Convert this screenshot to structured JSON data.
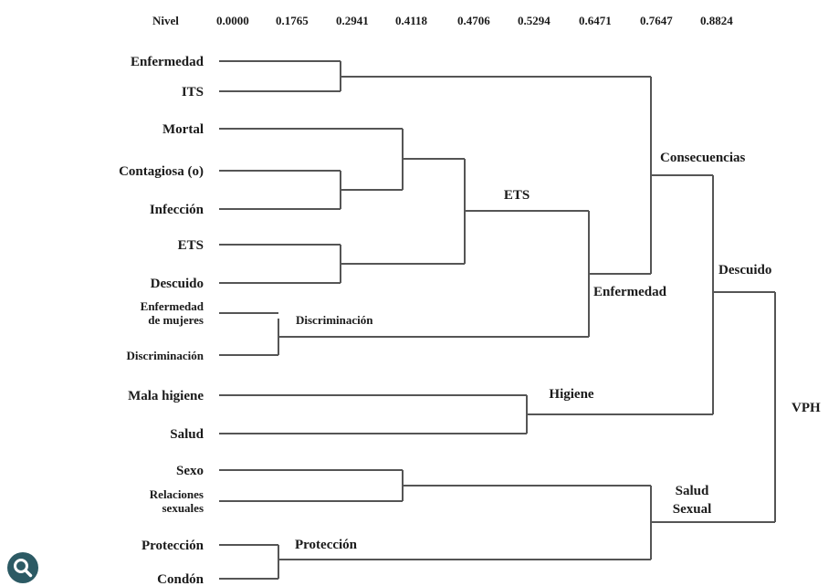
{
  "scale": {
    "label": "Nivel",
    "ticks": [
      "0.0000",
      "0.1765",
      "0.2941",
      "0.4118",
      "0.4706",
      "0.5294",
      "0.6471",
      "0.7647",
      "0.8824"
    ]
  },
  "leaves": [
    {
      "id": "enfermedad",
      "lines": [
        "Enfermedad"
      ]
    },
    {
      "id": "its",
      "lines": [
        "ITS"
      ]
    },
    {
      "id": "mortal",
      "lines": [
        "Mortal"
      ]
    },
    {
      "id": "contagiosa",
      "lines": [
        "Contagiosa (o)"
      ]
    },
    {
      "id": "infeccion",
      "lines": [
        "Infección"
      ]
    },
    {
      "id": "ets",
      "lines": [
        "ETS"
      ]
    },
    {
      "id": "descuido",
      "lines": [
        "Descuido"
      ]
    },
    {
      "id": "enfermedad-mujeres",
      "lines": [
        "Enfermedad",
        "de mujeres"
      ]
    },
    {
      "id": "discriminacion",
      "lines": [
        "Discriminación"
      ]
    },
    {
      "id": "mala-higiene",
      "lines": [
        "Mala higiene"
      ]
    },
    {
      "id": "salud",
      "lines": [
        "Salud"
      ]
    },
    {
      "id": "sexo",
      "lines": [
        "Sexo"
      ]
    },
    {
      "id": "relaciones-sexuales",
      "lines": [
        "Relaciones",
        "sexuales"
      ]
    },
    {
      "id": "proteccion",
      "lines": [
        "Protección"
      ]
    },
    {
      "id": "condon",
      "lines": [
        "Condón"
      ]
    }
  ],
  "clusters": {
    "discriminacion": "Discriminación",
    "ets": "ETS",
    "higiene": "Higiene",
    "proteccion": "Protección",
    "enfermedad": "Enfermedad",
    "consecuencias": "Consecuencias",
    "salud_sexual": [
      "Salud",
      "Sexual"
    ],
    "descuido": "Descuido",
    "vph": "VPH"
  },
  "search_icon": "search-icon"
}
